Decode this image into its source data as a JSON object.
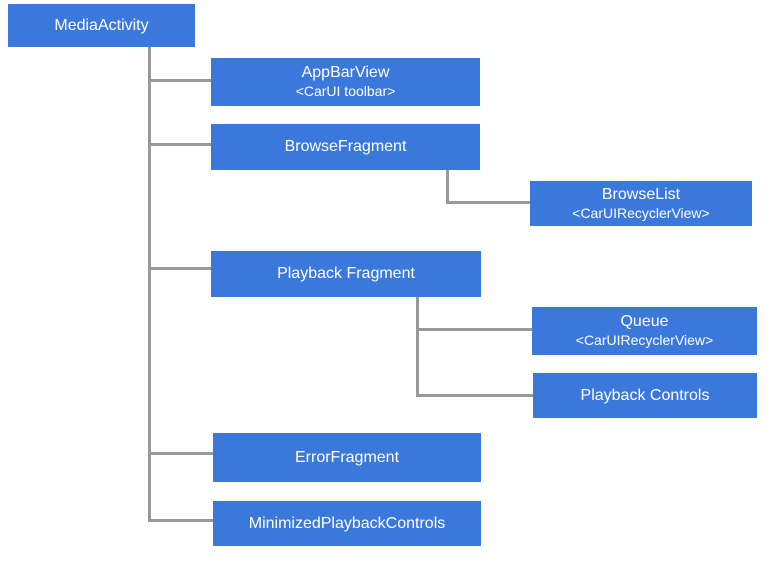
{
  "colors": {
    "box_fill": "#3b78dc",
    "box_text": "#ffffff",
    "connector": "#999999",
    "background": "#ffffff"
  },
  "nodes": {
    "media_activity": {
      "label": "MediaActivity"
    },
    "app_bar_view": {
      "label": "AppBarView",
      "sub": "<CarUI toolbar>"
    },
    "browse_fragment": {
      "label": "BrowseFragment"
    },
    "browse_list": {
      "label": "BrowseList",
      "sub": "<CarUIRecyclerView>"
    },
    "playback_fragment": {
      "label": "Playback Fragment"
    },
    "queue": {
      "label": "Queue",
      "sub": "<CarUIRecyclerView>"
    },
    "playback_controls": {
      "label": "Playback Controls"
    },
    "error_fragment": {
      "label": "ErrorFragment"
    },
    "minimized_playback_controls": {
      "label": "MinimizedPlaybackControls"
    }
  }
}
